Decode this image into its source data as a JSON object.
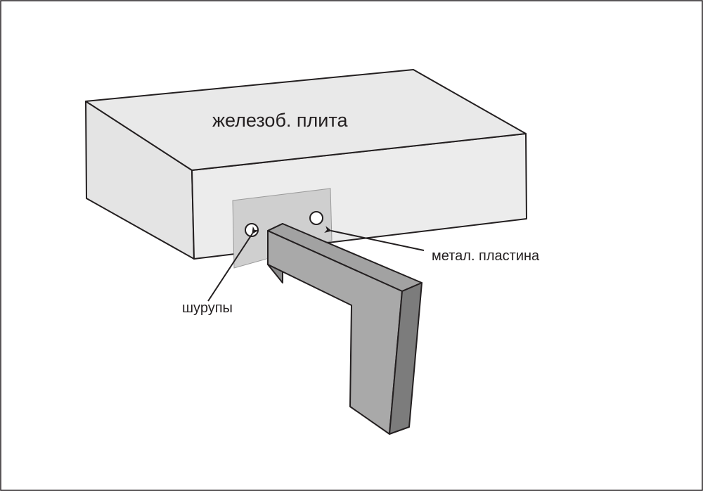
{
  "labels": {
    "slab": "железоб. плита",
    "plate": "метал. пластина",
    "screws": "шурупы"
  },
  "colors": {
    "outline": "#231f20",
    "slab_top": "#e9e9e9",
    "slab_front": "#ececec",
    "slab_side": "#e4e4e4",
    "plate": "#cfcfcf",
    "bracket_top": "#a2a2a2",
    "bracket_front": "#a9a9a9",
    "bracket_side": "#7c7c7c",
    "screw_hole": "#ffffff"
  }
}
